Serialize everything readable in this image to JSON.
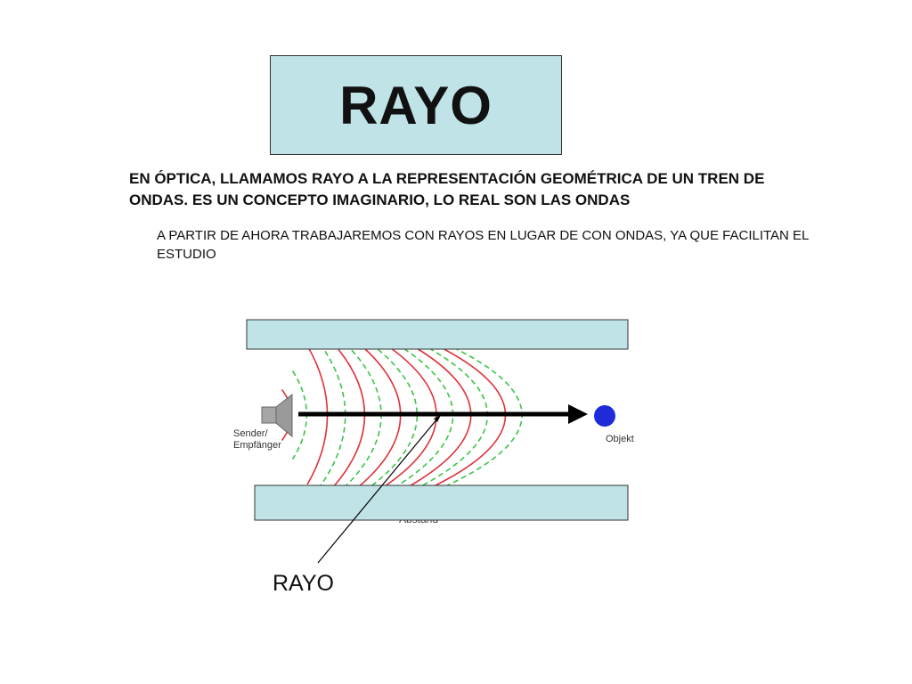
{
  "slide": {
    "title": "RAYO",
    "paragraph_1": "EN ÓPTICA, LLAMAMOS RAYO A LA REPRESENTACIÓN GEOMÉTRICA DE UN TREN DE ONDAS. ES UN CONCEPTO IMAGINARIO, LO REAL SON LAS ONDAS",
    "paragraph_2": "A PARTIR DE AHORA TRABAJAREMOS CON RAYOS EN LUGAR DE CON ONDAS, YA QUE FACILITAN EL ESTUDIO"
  },
  "diagram": {
    "sender_label_line1": "Sender/",
    "sender_label_line2": "Empfänger",
    "object_label": "Objekt",
    "partial_label": "Abstand",
    "ray_label": "RAYO",
    "colors": {
      "box_fill": "#bfe3e6",
      "solid_wave": "#e0313a",
      "dashed_wave": "#3cc24a",
      "object": "#1f2bd8",
      "arrow": "#000000",
      "speaker": "#9a9a9a"
    }
  }
}
